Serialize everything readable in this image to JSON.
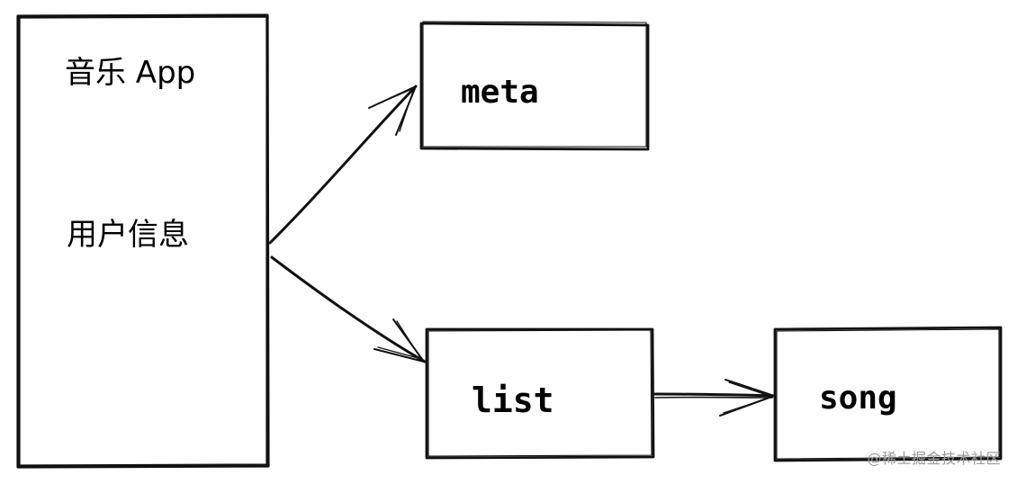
{
  "nodes": {
    "app": {
      "title": "音乐 App",
      "subtitle": "用户信息"
    },
    "meta": {
      "label": "meta"
    },
    "list": {
      "label": "list"
    },
    "song": {
      "label": "song"
    }
  },
  "edges": [
    {
      "from": "app",
      "to": "meta"
    },
    {
      "from": "app",
      "to": "list"
    },
    {
      "from": "list",
      "to": "song"
    }
  ],
  "watermark": "@稀土掘金技术社区",
  "colors": {
    "stroke": "#111111",
    "background": "#ffffff",
    "watermark": "#9a9a9a"
  }
}
